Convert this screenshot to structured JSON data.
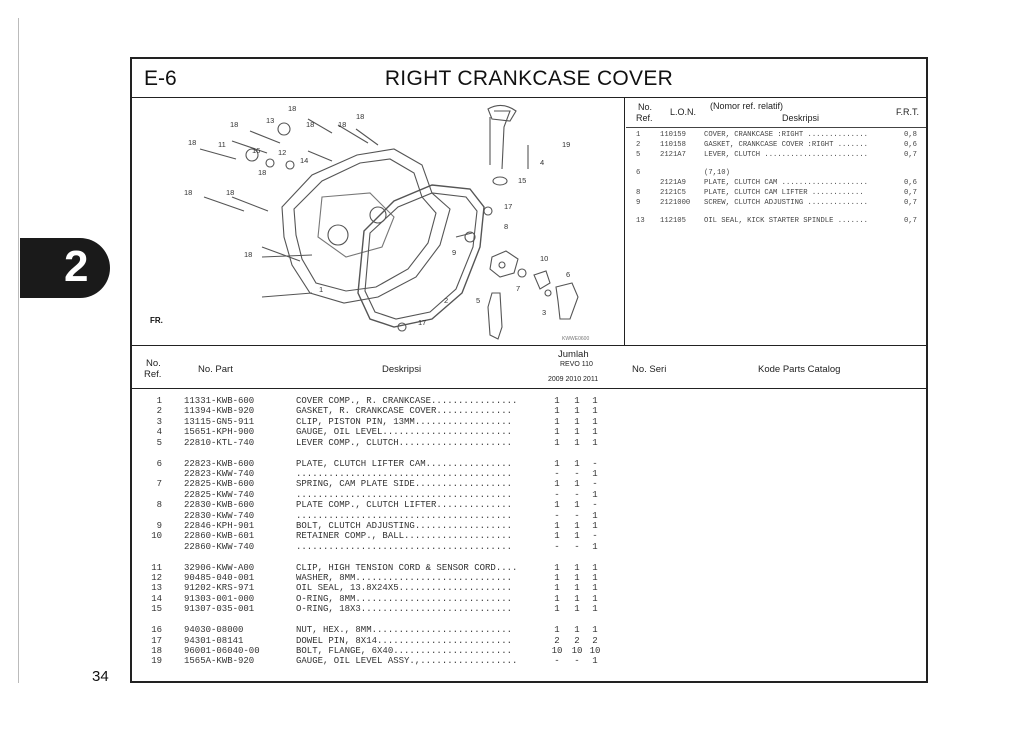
{
  "side_tab": "2",
  "page_number": "34",
  "section_code": "E-6",
  "title": "RIGHT CRANKCASE COVER",
  "lon_table": {
    "hdr_no": "No.",
    "hdr_ref": "Ref.",
    "hdr_lon": "L.O.N.",
    "hdr_nomor": "(Nomor ref. relatif)",
    "hdr_desk": "Deskripsi",
    "hdr_frt": "F.R.T.",
    "rows": [
      {
        "ref": "1",
        "lon": "110159",
        "desc": "COVER, CRANKCASE :RIGHT ..............",
        "frt": "0,8"
      },
      {
        "ref": "2",
        "lon": "110158",
        "desc": "GASKET, CRANKCASE COVER :RIGHT .......",
        "frt": "0,6"
      },
      {
        "ref": "5",
        "lon": "2121A7",
        "desc": "LEVER, CLUTCH ........................",
        "frt": "0,7"
      },
      {
        "ref": "6",
        "lon": "",
        "desc": "(7,10)",
        "frt": ""
      },
      {
        "ref": "",
        "lon": "2121A9",
        "desc": "PLATE, CLUTCH CAM ....................",
        "frt": "0,6"
      },
      {
        "ref": "8",
        "lon": "2121C5",
        "desc": "PLATE, CLUTCH CAM LIFTER ............",
        "frt": "0,7"
      },
      {
        "ref": "9",
        "lon": "2121000",
        "desc": "SCREW, CLUTCH ADJUSTING ..............",
        "frt": "0,7"
      },
      {
        "ref": "13",
        "lon": "112105",
        "desc": "OIL SEAL, KICK STARTER SPINDLE .......",
        "frt": "0,7"
      }
    ]
  },
  "diagram": {
    "labels": [
      "1",
      "2",
      "3",
      "4",
      "5",
      "6",
      "7",
      "8",
      "9",
      "10",
      "11",
      "12",
      "13",
      "14",
      "15",
      "16",
      "17",
      "18",
      "19"
    ],
    "fr_label": "FR.",
    "code_label": "KWWE0600"
  },
  "parts_header": {
    "no": "No.",
    "ref": "Ref.",
    "no_part": "No. Part",
    "deskripsi": "Deskripsi",
    "jumlah": "Jumlah",
    "model": "REVO 110",
    "years": "2009  2010  2011",
    "no_seri": "No. Seri",
    "kode": "Kode Parts Catalog"
  },
  "parts": [
    {
      "ref": "1",
      "part": "11331-KWB-600",
      "desc": "COVER COMP., R. CRANKCASE................",
      "q": [
        "1",
        "1",
        "1"
      ]
    },
    {
      "ref": "2",
      "part": "11394-KWB-920",
      "desc": "GASKET, R. CRANKCASE COVER..............",
      "q": [
        "1",
        "1",
        "1"
      ]
    },
    {
      "ref": "3",
      "part": "13115-GN5-911",
      "desc": "CLIP, PISTON PIN, 13MM..................",
      "q": [
        "1",
        "1",
        "1"
      ]
    },
    {
      "ref": "4",
      "part": "15651-KPH-900",
      "desc": "GAUGE, OIL LEVEL........................",
      "q": [
        "1",
        "1",
        "1"
      ]
    },
    {
      "ref": "5",
      "part": "22810-KTL-740",
      "desc": "LEVER COMP., CLUTCH.....................",
      "q": [
        "1",
        "1",
        "1"
      ]
    },
    {
      "ref": "6",
      "part": "22823-KWB-600",
      "desc": "PLATE, CLUTCH LIFTER CAM................",
      "q": [
        "1",
        "1",
        "-"
      ]
    },
    {
      "ref": "",
      "part": "22823-KWW-740",
      "desc": "........................................",
      "q": [
        "-",
        "-",
        "1"
      ]
    },
    {
      "ref": "7",
      "part": "22825-KWB-600",
      "desc": "SPRING, CAM PLATE SIDE..................",
      "q": [
        "1",
        "1",
        "-"
      ]
    },
    {
      "ref": "",
      "part": "22825-KWW-740",
      "desc": "........................................",
      "q": [
        "-",
        "-",
        "1"
      ]
    },
    {
      "ref": "8",
      "part": "22830-KWB-600",
      "desc": "PLATE COMP., CLUTCH LIFTER..............",
      "q": [
        "1",
        "1",
        "-"
      ]
    },
    {
      "ref": "",
      "part": "22830-KWW-740",
      "desc": "........................................",
      "q": [
        "-",
        "-",
        "1"
      ]
    },
    {
      "ref": "9",
      "part": "22846-KPH-901",
      "desc": "BOLT, CLUTCH ADJUSTING..................",
      "q": [
        "1",
        "1",
        "1"
      ]
    },
    {
      "ref": "10",
      "part": "22860-KWB-601",
      "desc": "RETAINER COMP., BALL....................",
      "q": [
        "1",
        "1",
        "-"
      ]
    },
    {
      "ref": "",
      "part": "22860-KWW-740",
      "desc": "........................................",
      "q": [
        "-",
        "-",
        "1"
      ]
    },
    {
      "ref": "11",
      "part": "32906-KWW-A00",
      "desc": "CLIP, HIGH TENSION CORD & SENSOR CORD....",
      "q": [
        "1",
        "1",
        "1"
      ]
    },
    {
      "ref": "12",
      "part": "90485-040-001",
      "desc": "WASHER, 8MM.............................",
      "q": [
        "1",
        "1",
        "1"
      ]
    },
    {
      "ref": "13",
      "part": "91202-KRS-971",
      "desc": "OIL SEAL, 13.8X24X5.....................",
      "q": [
        "1",
        "1",
        "1"
      ]
    },
    {
      "ref": "14",
      "part": "91303-001-000",
      "desc": "O-RING, 8MM.............................",
      "q": [
        "1",
        "1",
        "1"
      ]
    },
    {
      "ref": "15",
      "part": "91307-035-001",
      "desc": "O-RING, 18X3............................",
      "q": [
        "1",
        "1",
        "1"
      ]
    },
    {
      "ref": "16",
      "part": "94030-08000",
      "desc": "NUT, HEX., 8MM..........................",
      "q": [
        "1",
        "1",
        "1"
      ]
    },
    {
      "ref": "17",
      "part": "94301-08141",
      "desc": "DOWEL PIN, 8X14.........................",
      "q": [
        "2",
        "2",
        "2"
      ]
    },
    {
      "ref": "18",
      "part": "96001-06040-00",
      "desc": "BOLT, FLANGE, 6X40......................",
      "q": [
        "10",
        "10",
        "10"
      ]
    },
    {
      "ref": "19",
      "part": "1565A-KWB-920",
      "desc": "GAUGE, OIL LEVEL ASSY.,..................",
      "q": [
        "-",
        "-",
        "1"
      ]
    }
  ]
}
